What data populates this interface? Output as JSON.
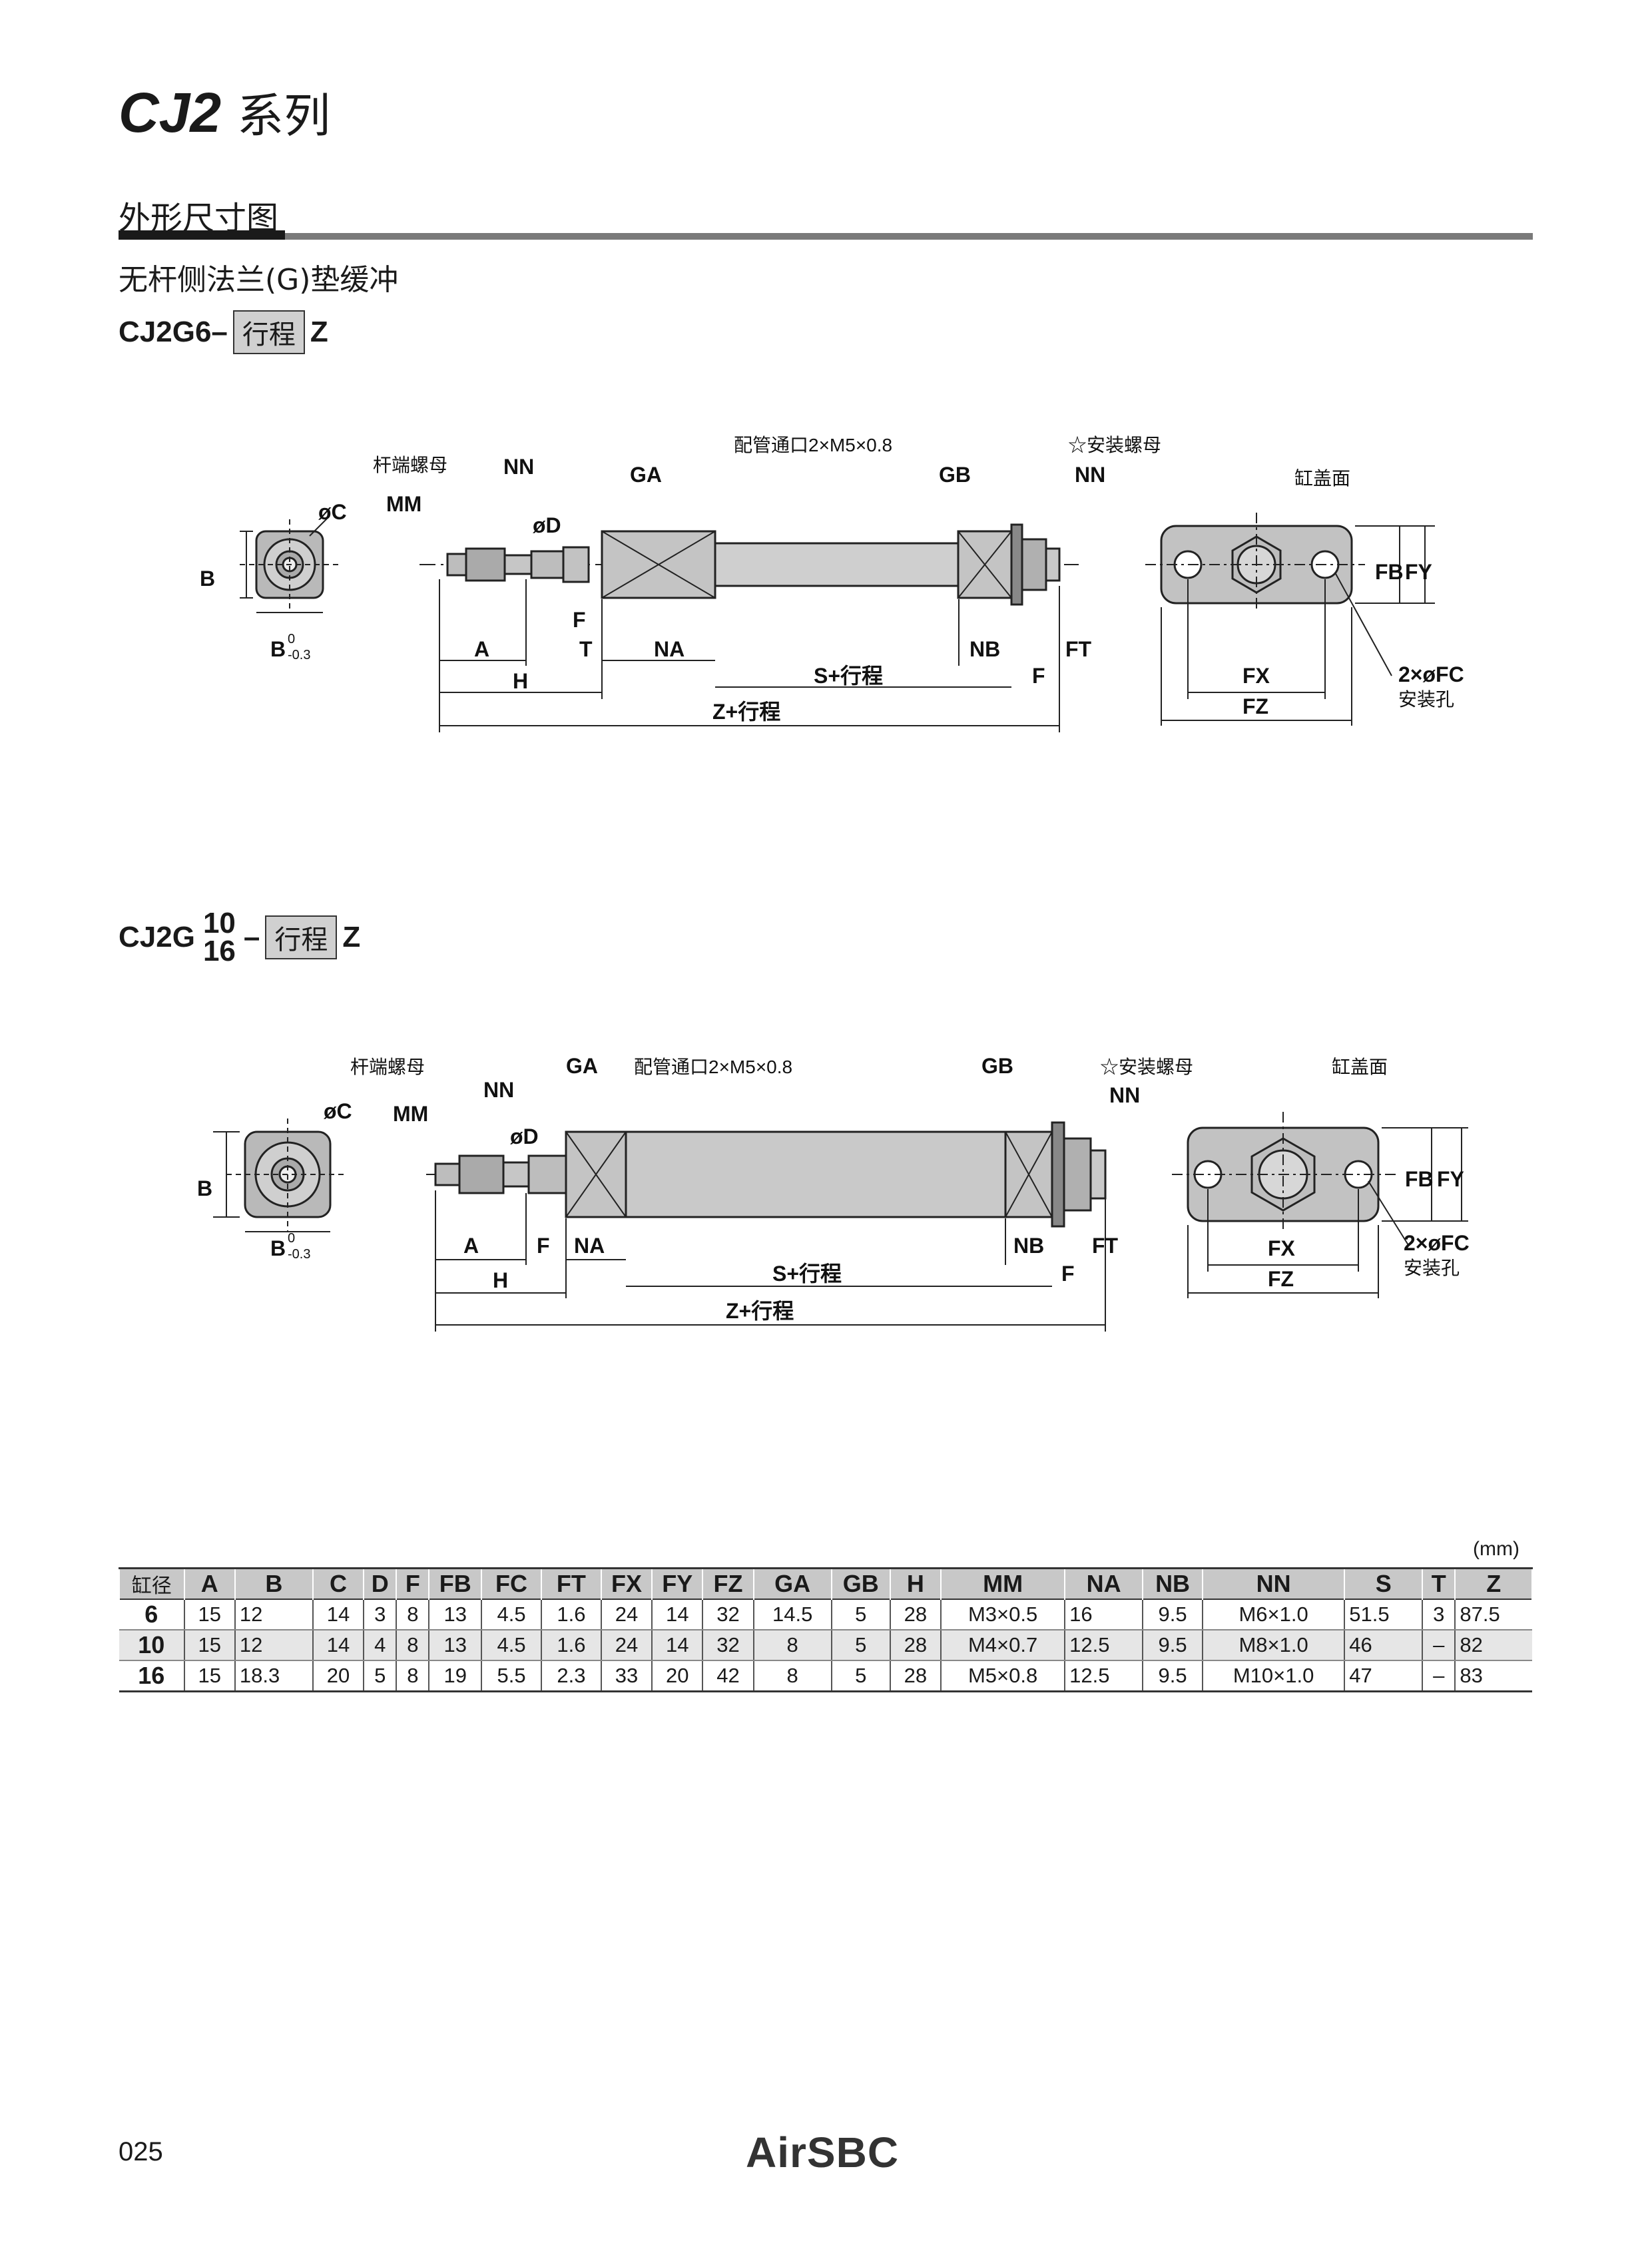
{
  "header": {
    "model": "CJ2",
    "series": "系列",
    "section_heading": "外形尺寸图",
    "subtitle": "无杆侧法兰(G)垫缓冲"
  },
  "diagram1": {
    "model_prefix": "CJ2G6",
    "dash": "–",
    "stroke_label": "行程",
    "model_suffix": "Z",
    "labels": {
      "rod_nut": "杆端螺母",
      "mm": "MM",
      "nn": "NN",
      "ga": "GA",
      "port": "配管通口2×M5×0.8",
      "gb": "GB",
      "mount_nut": "☆安装螺母",
      "nn2": "NN",
      "cover": "缸盖面",
      "phi_c": "øC",
      "phi_d": "øD",
      "b": "B",
      "tol_up": "0",
      "tol_dn": "-0.3",
      "a": "A",
      "f": "F",
      "t": "T",
      "na": "NA",
      "s_stroke": "S+行程",
      "nb": "NB",
      "ft": "FT",
      "f2": "F",
      "h": "H",
      "z_stroke": "Z+行程",
      "fb": "FB",
      "fy": "FY",
      "fx": "FX",
      "fz": "FZ",
      "fc": "2×øFC",
      "mount_hole": "安装孔"
    }
  },
  "diagram2": {
    "model_prefix": "CJ2G",
    "bore_top": "10",
    "bore_bottom": "16",
    "dash": "–",
    "stroke_label": "行程",
    "model_suffix": "Z",
    "labels": {
      "rod_nut": "杆端螺母",
      "mm": "MM",
      "nn": "NN",
      "ga": "GA",
      "port": "配管通口2×M5×0.8",
      "gb": "GB",
      "mount_nut": "☆安装螺母",
      "nn2": "NN",
      "cover": "缸盖面",
      "phi_c": "øC",
      "phi_d": "øD",
      "b": "B",
      "tol_up": "0",
      "tol_dn": "-0.3",
      "a": "A",
      "f": "F",
      "na": "NA",
      "s_stroke": "S+行程",
      "nb": "NB",
      "ft": "FT",
      "f2": "F",
      "h": "H",
      "z_stroke": "Z+行程",
      "fb": "FB",
      "fy": "FY",
      "fx": "FX",
      "fz": "FZ",
      "fc": "2×øFC",
      "mount_hole": "安装孔"
    }
  },
  "table": {
    "unit": "(mm)",
    "headers": [
      "缸径",
      "A",
      "B",
      "C",
      "D",
      "F",
      "FB",
      "FC",
      "FT",
      "FX",
      "FY",
      "FZ",
      "GA",
      "GB",
      "H",
      "MM",
      "NA",
      "NB",
      "NN",
      "S",
      "T",
      "Z"
    ],
    "rows": [
      [
        "6",
        "15",
        "12",
        "14",
        "3",
        "8",
        "13",
        "4.5",
        "1.6",
        "24",
        "14",
        "32",
        "14.5",
        "5",
        "28",
        "M3×0.5",
        "16",
        "9.5",
        "M6×1.0",
        "51.5",
        "3",
        "87.5"
      ],
      [
        "10",
        "15",
        "12",
        "14",
        "4",
        "8",
        "13",
        "4.5",
        "1.6",
        "24",
        "14",
        "32",
        "8",
        "5",
        "28",
        "M4×0.7",
        "12.5",
        "9.5",
        "M8×1.0",
        "46",
        "–",
        "82"
      ],
      [
        "16",
        "15",
        "18.3",
        "20",
        "5",
        "8",
        "19",
        "5.5",
        "2.3",
        "33",
        "20",
        "42",
        "8",
        "5",
        "28",
        "M5×0.8",
        "12.5",
        "9.5",
        "M10×1.0",
        "47",
        "–",
        "83"
      ]
    ]
  },
  "footer": {
    "page_number": "025",
    "brand": "AirSBC"
  }
}
